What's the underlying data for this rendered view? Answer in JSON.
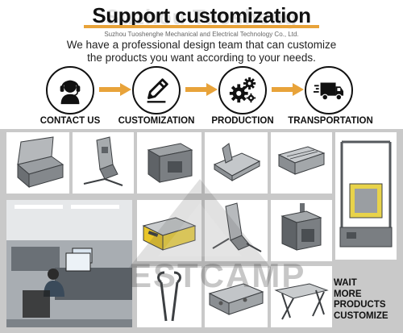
{
  "header": {
    "title": "Support customization",
    "ghost_title": "Suzhou Tuosheng",
    "company": "Suzhou Tuoshenghe Mechanical and Electrical Technology Co., Ltd.",
    "description_line1": "We have a professional design team that can customize",
    "description_line2": "the products you want according to your needs."
  },
  "steps": [
    {
      "label": "CONTACT US",
      "icon": "headset-person-icon"
    },
    {
      "label": "CUSTOMIZATION",
      "icon": "pencil-icon"
    },
    {
      "label": "PRODUCTION",
      "icon": "gears-icon"
    },
    {
      "label": "TRANSPORTATION",
      "icon": "truck-icon"
    }
  ],
  "watermark": "ESTCAMP",
  "cta": {
    "line1": "WAIT",
    "line2": "MORE",
    "line3": "PRODUCTS",
    "line4": "CUSTOMIZE"
  },
  "colors": {
    "accent": "#e8a33a",
    "grid_bg": "#c9c9c9",
    "panel": "#ffffff",
    "steel": "#6b6f73"
  }
}
